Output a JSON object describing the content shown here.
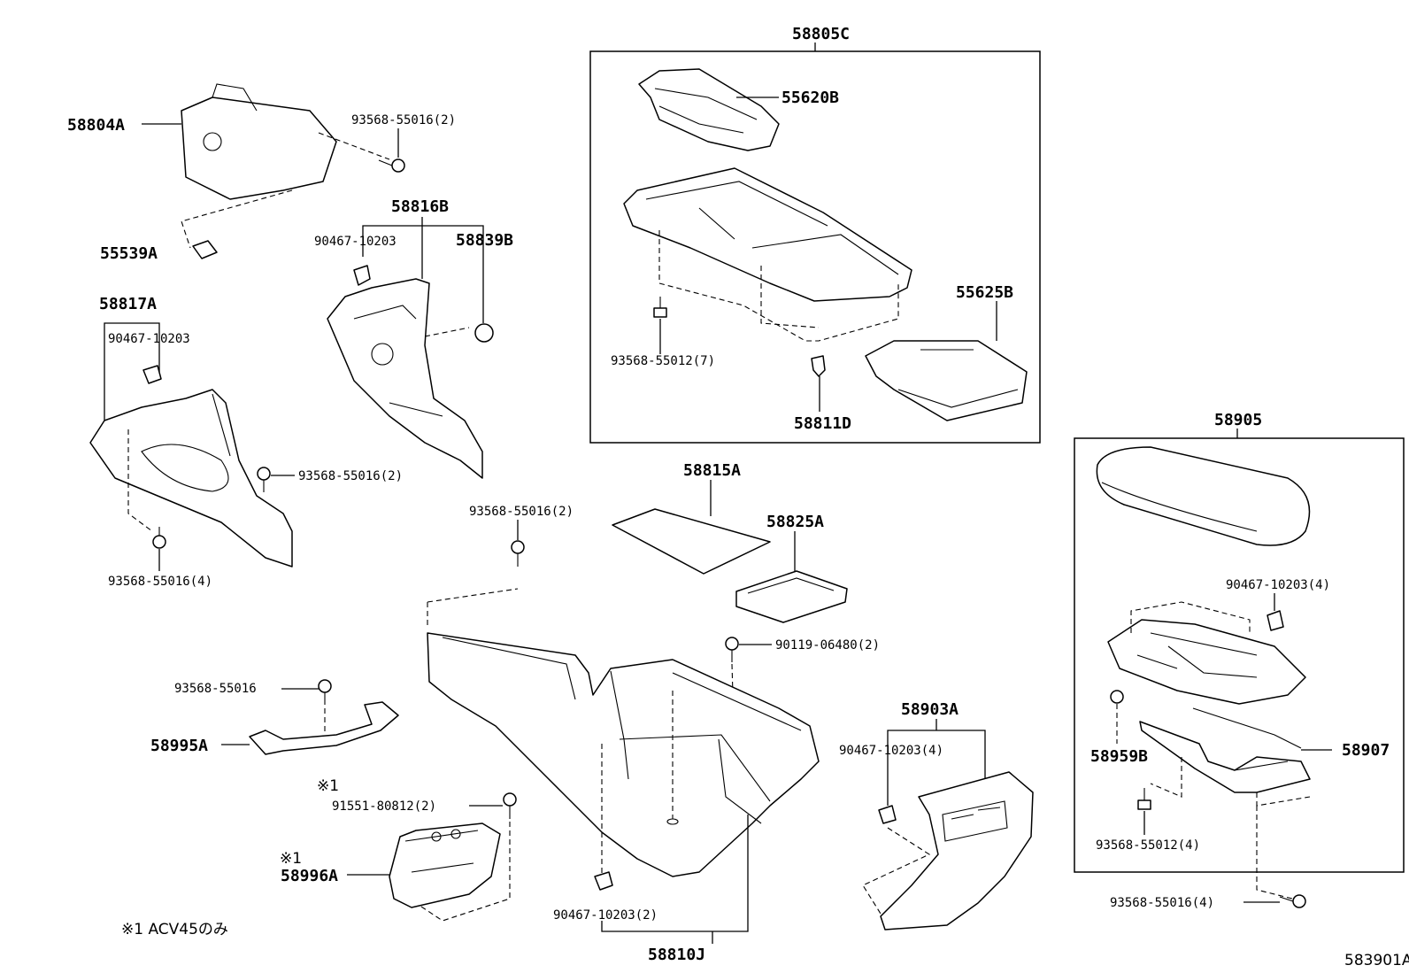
{
  "labels": {
    "p58805C": "58805C",
    "p55620B": "55620B",
    "p55625B": "55625B",
    "p93568_55012_7": "93568-55012(7)",
    "p58811D": "58811D",
    "p58804A": "58804A",
    "p93568_55016_2a": "93568-55016(2)",
    "p55539A": "55539A",
    "p58816B": "58816B",
    "p90467_10203a": "90467-10203",
    "p58839B": "58839B",
    "p58817A": "58817A",
    "p90467_10203b": "90467-10203",
    "p93568_55016_2b": "93568-55016(2)",
    "p93568_55016_4a": "93568-55016(4)",
    "p58815A": "58815A",
    "p58825A": "58825A",
    "p93568_55016_2c": "93568-55016(2)",
    "p90119_06480_2": "90119-06480(2)",
    "p93568_55016": "93568-55016",
    "p58995A": "58995A",
    "mark1a": "※1",
    "p91551_80812_2": "91551-80812(2)",
    "mark1b": "※1",
    "p58996A": "58996A",
    "footnote": "※1 ACV45のみ",
    "p90467_10203_2": "90467-10203(2)",
    "p58810J": "58810J",
    "p58903A": "58903A",
    "p90467_10203_4a": "90467-10203(4)",
    "p58905": "58905",
    "p90467_10203_4b": "90467-10203(4)",
    "p58959B": "58959B",
    "p58907": "58907",
    "p93568_55012_4": "93568-55012(4)",
    "p93568_55016_4b": "93568-55016(4)",
    "diagram_id": "583901A"
  }
}
